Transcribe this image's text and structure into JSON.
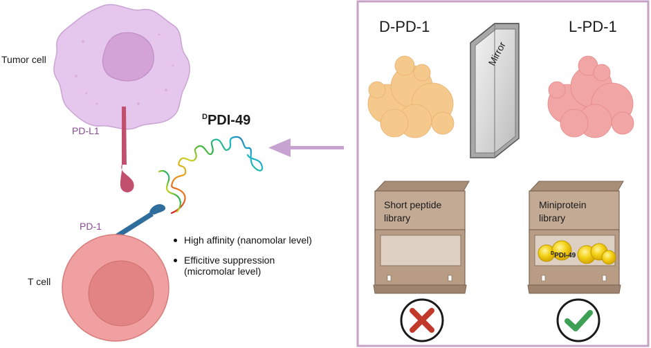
{
  "tumor_cell_label": "Tumor cell",
  "pd_l1_label": "PD-L1",
  "peptide_label_sup": "D",
  "peptide_label_main": "PDI-49",
  "pd_1_label": "PD-1",
  "t_cell_label": "T cell",
  "bullets": [
    "High affinity (nanomolar level)",
    "Efficitive suppression\n(micromolar level)"
  ],
  "panel": {
    "d_pd1_title": "D-PD-1",
    "l_pd1_title": "L-PD-1",
    "mirror_label": "Mirror",
    "left_box_label": "Short peptide\nlibrary",
    "right_box_label": "Miniprotein\nlibrary",
    "right_box_item_sup": "D",
    "right_box_item_main": "PDI-49",
    "left_result": "cross-icon",
    "right_result": "check-icon"
  },
  "colors": {
    "tumor_cell": "#e5c6ec",
    "tumor_nucleus": "#d3a2d6",
    "pd_l1": "#c1506e",
    "pd_1": "#2f6e9c",
    "t_cell": "#f0a0a0",
    "t_nucleus": "#e28484",
    "panel_border": "#c6a2c6",
    "arrow": "#c7a3d2",
    "d_protein": "#f5c98c",
    "l_protein": "#f2a5a5",
    "wood": "#c3aa94",
    "cross": "#c0392b",
    "check": "#3ea054"
  }
}
